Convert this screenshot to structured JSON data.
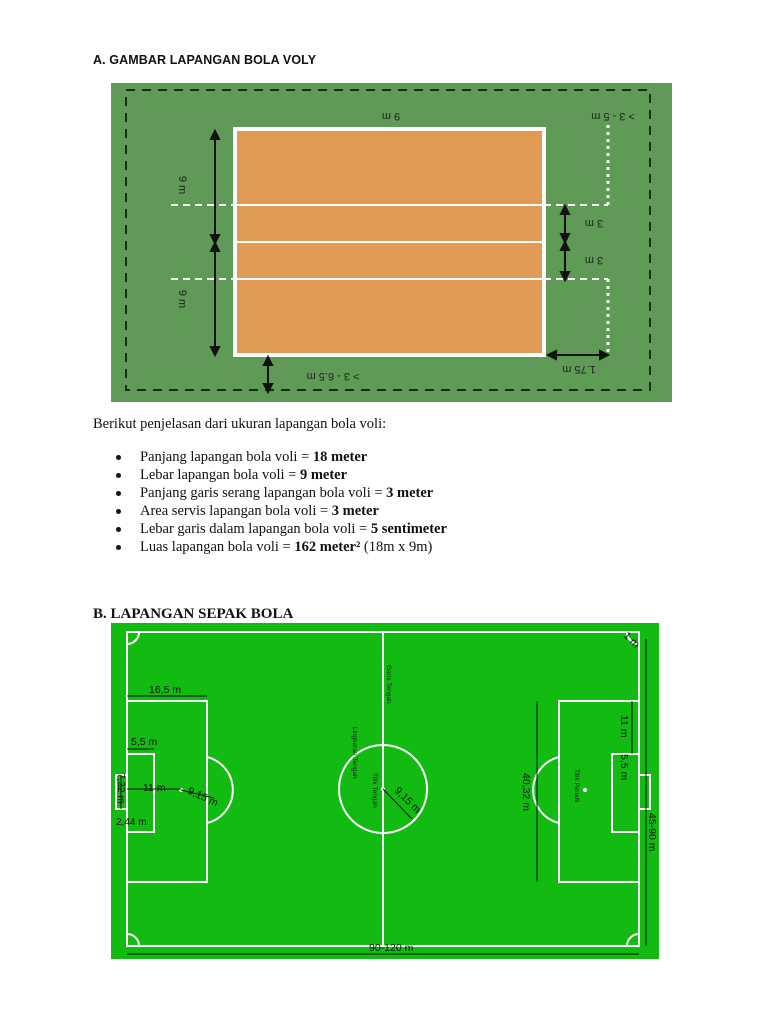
{
  "sections": {
    "volley": {
      "heading": "A. GAMBAR LAPANGAN BOLA VOLY",
      "dim_top": "9 m",
      "dim_top_right": "> 3 - 5 m",
      "dim_left_upper": "9 m",
      "dim_left_lower": "9 m",
      "dim_right_upper": "3 m",
      "dim_right_lower": "3 m",
      "dim_bottom_right": "1.75 m",
      "dim_bottom": "> 3 - 6.5 m"
    },
    "soccer": {
      "heading": "B. LAPANGAN SEPAK BOLA",
      "corner": "1 m",
      "penalty_depth": "16,5 m",
      "goal_area_depth": "5,5 m",
      "penalty_spot": "11 m",
      "arc_radius": "9,15 m",
      "goal_width_a": "7,32 m",
      "goal_height": "2,44 m",
      "center_radius": "9,15 m",
      "halfway_line": "Garis Tengah",
      "center_circle": "Lingkaran Tengah",
      "center_spot": "Titik Tengah",
      "penalty_area_width": "40,32 m",
      "penalty_spot_label": "Titik Penalti",
      "right_11": "11 m",
      "right_55": "5,5 m",
      "width": "45-90 m",
      "length": "90-120 m"
    }
  },
  "explanation": {
    "intro": "Berikut penjelasan dari ukuran lapangan bola voli:",
    "items": [
      {
        "text": "Panjang lapangan bola voli = ",
        "bold": "18 meter",
        "tail": ""
      },
      {
        "text": "Lebar lapangan bola voli = ",
        "bold": "9 meter",
        "tail": ""
      },
      {
        "text": "Panjang garis serang lapangan bola voli = ",
        "bold": "3 meter",
        "tail": ""
      },
      {
        "text": "Area servis lapangan bola voli = ",
        "bold": "3 meter",
        "tail": ""
      },
      {
        "text": "Lebar garis dalam lapangan bola voli = ",
        "bold": "5 sentimeter",
        "tail": ""
      },
      {
        "text": "Luas lapangan bola voli = ",
        "bold": "162 meter²",
        "tail": " (18m x 9m)"
      }
    ]
  },
  "colors": {
    "volley_bg": "#5f9a57",
    "volley_court": "#e09a53",
    "soccer_bg": "#12bb12",
    "line": "#ffffff"
  }
}
